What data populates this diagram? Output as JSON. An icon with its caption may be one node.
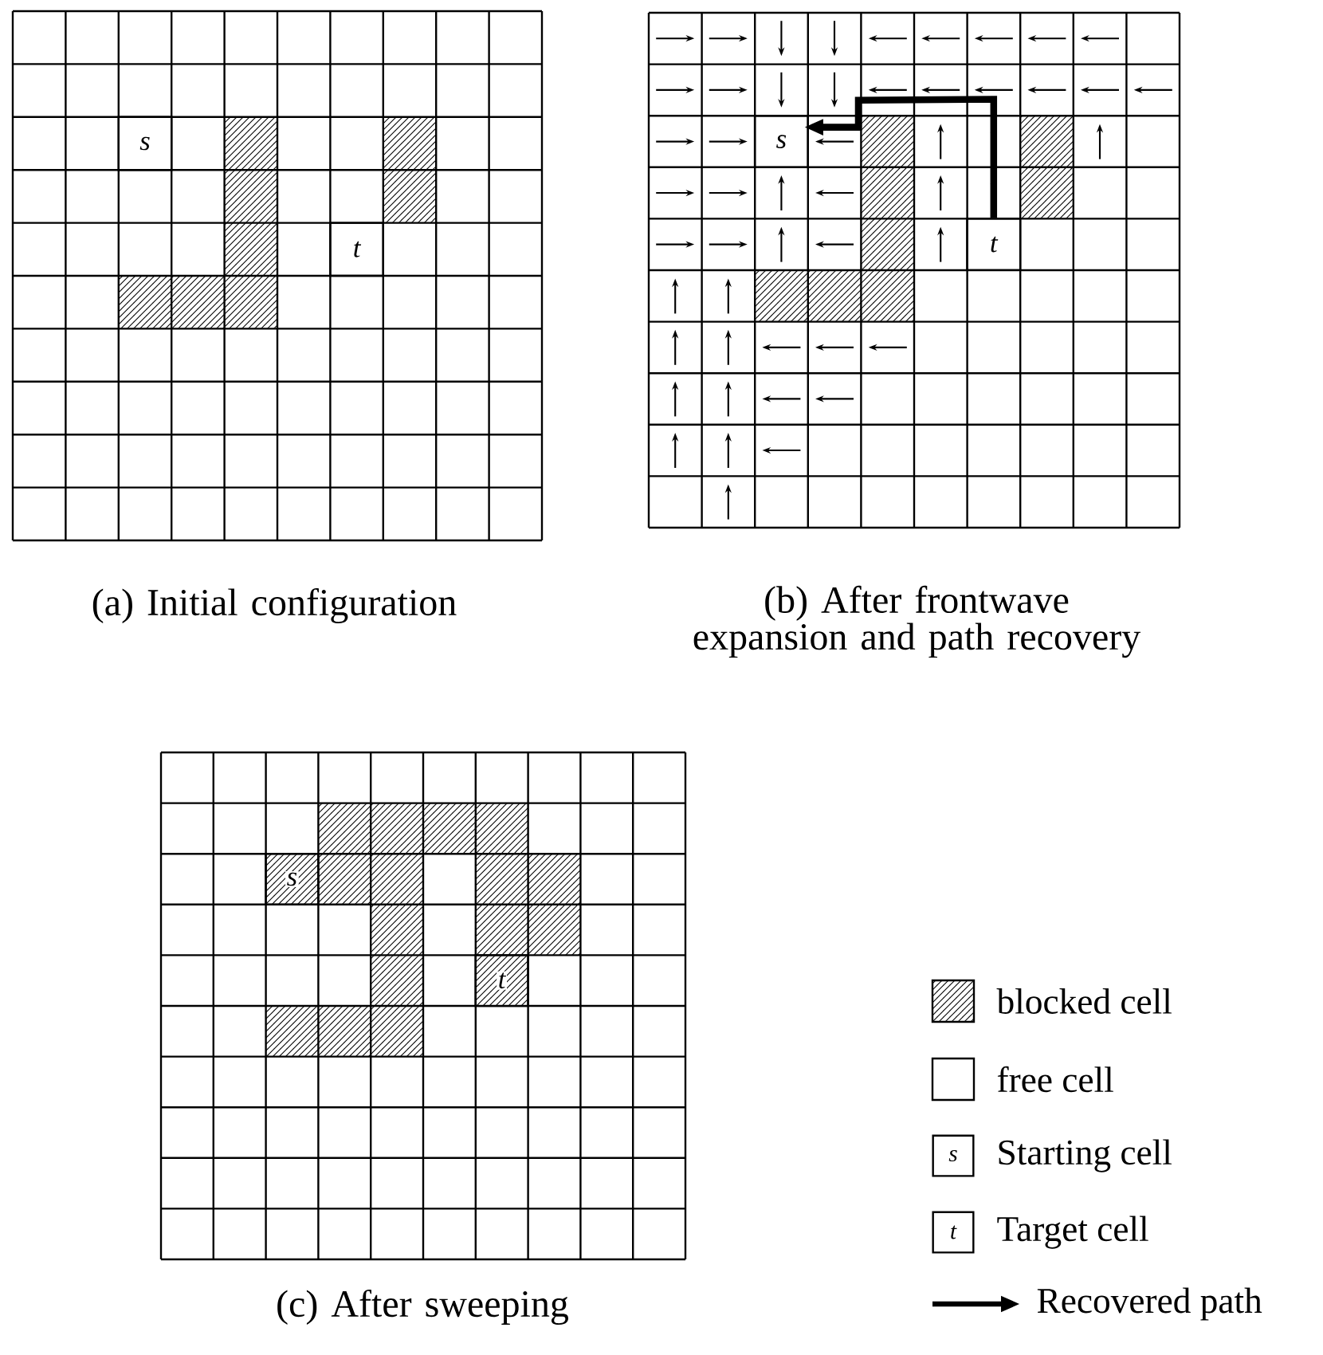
{
  "diagram": {
    "nodes": [
      {
        "text": [
          "s"
        ]
      },
      {
        "text": [
          "t"
        ]
      },
      {
        "text": [
          "s"
        ]
      },
      {
        "text": [
          "t"
        ]
      },
      {
        "text": [
          "s"
        ]
      },
      {
        "text": [
          "t"
        ]
      }
    ],
    "edges": [
      {
        "from": 3,
        "to": 2,
        "arrow": "to"
      }
    ],
    "labels": [
      "(a) Initial configuration",
      "(b) After frontwave expansion and path recovery",
      "(c) After sweeping",
      "s",
      "t"
    ],
    "legend": [
      {
        "text": "blocked cell"
      },
      {
        "text": "free cell"
      },
      {
        "text": "Starting cell"
      },
      {
        "text": "Target cell"
      },
      {
        "text": "Recovered path"
      }
    ]
  }
}
